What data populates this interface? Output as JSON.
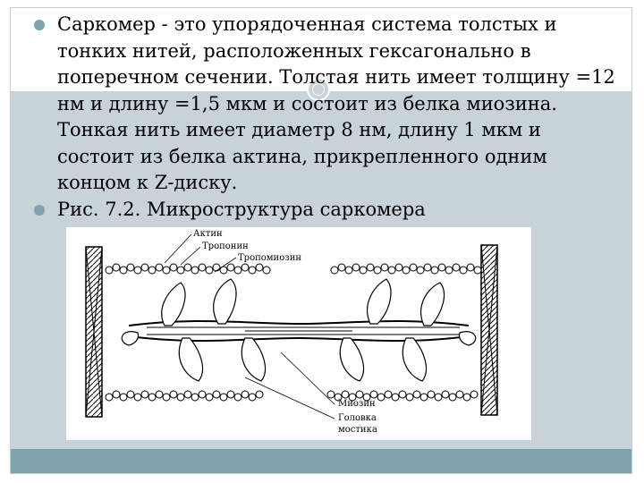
{
  "slide": {
    "bullets": [
      {
        "text": "Саркомер - это упорядоченная система толстых и тонких нитей, расположенных гексагонально в поперечном сечении. Толстая нить имеет толщину =12 нм и длину =1,5 мкм и состоит из белка миозина. Тонкая нить имеет диаметр 8 нм, длину 1 мкм и состоит из белка актина, прикрепленного одним концом к Z-диску."
      },
      {
        "text": "Рис. 7.2. Микроструктура саркомера"
      }
    ],
    "figure": {
      "labels": {
        "actin": "Актин",
        "troponin": "Тропонин",
        "tropomyosin": "Тропомиозин",
        "myosin": "Миозин",
        "head_line1": "Головка",
        "head_line2": "мостика"
      }
    },
    "colors": {
      "band": "#c7d3d8",
      "footer": "#7ea4ac",
      "bullet": "#7ea4ac"
    }
  }
}
